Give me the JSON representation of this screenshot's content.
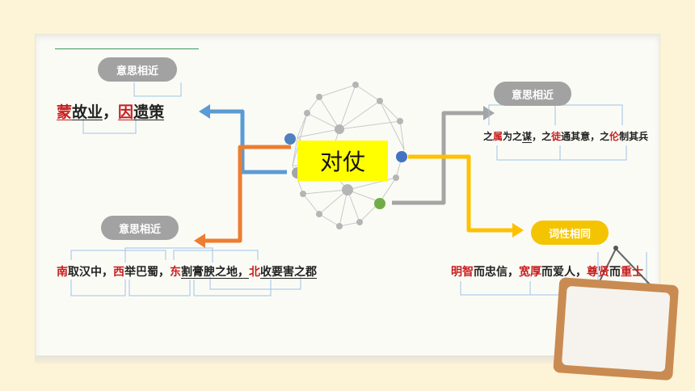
{
  "center": {
    "label": "对仗"
  },
  "tags": {
    "tl": "意思相近",
    "bl": "意思相近",
    "tr": "意思相近",
    "br": "词性相同"
  },
  "sentences": {
    "tl": {
      "p1": "蒙",
      "p2": "故业",
      "p3": "，",
      "p4": "因",
      "p5": "遗策"
    },
    "bl": {
      "p1": "南",
      "p2": "取汉中，",
      "p3": "西",
      "p4": "举巴蜀，",
      "p5": "东",
      "p6": "割膏腴之地，",
      "p7": "北",
      "p8": "收要害之郡"
    },
    "tr": {
      "p1": "之",
      "p2": "属",
      "p3": "为之",
      "p4": "谋",
      "p5": "，之",
      "p6": "徒",
      "p7": "通其意，之",
      "p8": "伦",
      "p9": "制其兵"
    },
    "br": {
      "p1": "明智",
      "p2": "而忠信，",
      "p3": "宽厚",
      "p4": "而爱人，",
      "p5": "尊贤",
      "p6": "而",
      "p7": "重士"
    }
  },
  "colors": {
    "blue_arrow": "#5b9bd5",
    "orange_arrow": "#ed7d31",
    "gray_arrow": "#a5a5a5",
    "yellow_arrow": "#ffc000",
    "red_text": "#c81e1e",
    "center_bg": "#ffff00"
  }
}
